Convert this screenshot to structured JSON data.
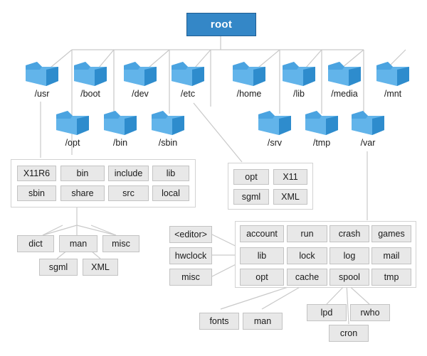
{
  "diagram": {
    "title_node": {
      "label": "root",
      "color": "#3487c7",
      "text_color": "#ffffff"
    },
    "level1": [
      {
        "label": "/usr",
        "icon": "folder-icon"
      },
      {
        "label": "/boot",
        "icon": "folder-icon"
      },
      {
        "label": "/dev",
        "icon": "folder-icon"
      },
      {
        "label": "/etc",
        "icon": "folder-icon"
      },
      {
        "label": "/home",
        "icon": "folder-icon"
      },
      {
        "label": "/lib",
        "icon": "folder-icon"
      },
      {
        "label": "/media",
        "icon": "folder-icon"
      },
      {
        "label": "/mnt",
        "icon": "folder-icon"
      }
    ],
    "level2": [
      {
        "label": "/opt",
        "icon": "folder-icon"
      },
      {
        "label": "/bin",
        "icon": "folder-icon"
      },
      {
        "label": "/sbin",
        "icon": "folder-icon"
      },
      {
        "label": "/srv",
        "icon": "folder-icon"
      },
      {
        "label": "/tmp",
        "icon": "folder-icon"
      },
      {
        "label": "/var",
        "icon": "folder-icon"
      }
    ],
    "usr_group": {
      "cells": [
        "X11R6",
        "bin",
        "include",
        "lib",
        "sbin",
        "share",
        "src",
        "local"
      ]
    },
    "etc_group": {
      "cells": [
        "opt",
        "X11",
        "sgml",
        "XML"
      ]
    },
    "share_group": {
      "cells": [
        "dict",
        "man",
        "misc"
      ]
    },
    "share_children": {
      "cells": [
        "sgml",
        "XML"
      ]
    },
    "etc_side": {
      "cells": [
        "<editor>",
        "hwclock",
        "misc"
      ]
    },
    "var_group": {
      "cells": [
        "account",
        "run",
        "crash",
        "games",
        "lib",
        "lock",
        "log",
        "mail",
        "opt",
        "cache",
        "spool",
        "tmp"
      ]
    },
    "cache_children": {
      "cells": [
        "fonts",
        "man"
      ]
    },
    "spool_children": {
      "cells": [
        "lpd",
        "rwho",
        "cron"
      ]
    },
    "colors": {
      "folder_light": "#62b4ea",
      "folder_mid": "#4aa3e0",
      "folder_dark": "#2e8ccd",
      "cell_fill": "#e8e8e8",
      "cell_border": "#c3c3c3",
      "wire": "#c9c9c9",
      "panel_border": "#d2d2d2"
    }
  }
}
